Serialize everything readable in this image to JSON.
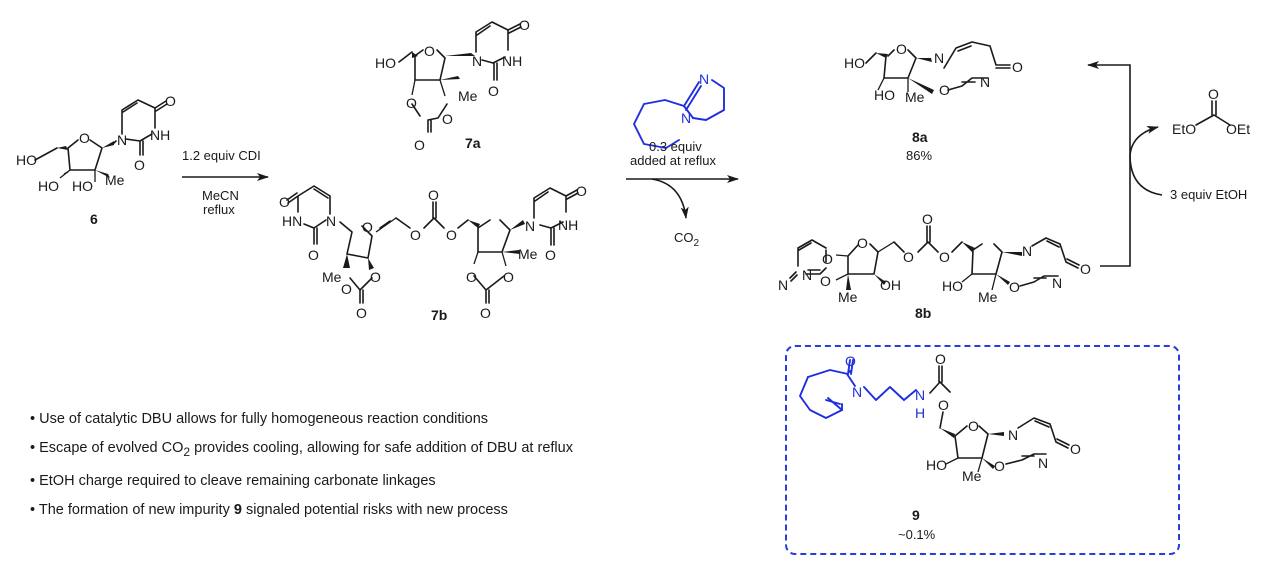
{
  "scheme": {
    "compounds": {
      "c6": {
        "label": "6",
        "atoms": [
          "HO",
          "O",
          "N",
          "NH",
          "O",
          "O",
          "HO",
          "HO",
          "Me"
        ]
      },
      "c7a": {
        "label": "7a",
        "atoms": [
          "HO",
          "O",
          "N",
          "NH",
          "O",
          "O",
          "O",
          "O",
          "O",
          "Me"
        ]
      },
      "c7b": {
        "label": "7b",
        "atoms": [
          "O",
          "HN",
          "N",
          "O",
          "O",
          "Me",
          "O",
          "O",
          "O",
          "O",
          "O",
          "O",
          "N",
          "NH",
          "O",
          "O",
          "Me",
          "O",
          "O",
          "O"
        ]
      },
      "c8a": {
        "label": "8a",
        "yield": "86%",
        "atoms": [
          "HO",
          "O",
          "N",
          "N",
          "O",
          "O",
          "HO",
          "Me"
        ]
      },
      "c8b": {
        "label": "8b",
        "atoms": [
          "N",
          "N",
          "O",
          "O",
          "O",
          "Me",
          "OH",
          "O",
          "O",
          "O",
          "HO",
          "Me",
          "O",
          "N",
          "N",
          "O"
        ]
      },
      "c9": {
        "label": "9",
        "amount": "~0.1%",
        "atoms": [
          "O",
          "N",
          "N",
          "H",
          "O",
          "O",
          "O",
          "HO",
          "Me",
          "O",
          "N",
          "N",
          "O"
        ]
      },
      "dbu": {
        "atoms": [
          "N",
          "N"
        ]
      },
      "diethyl_carbonate": {
        "atoms": [
          "O",
          "EtO",
          "OEt"
        ]
      }
    },
    "step1": {
      "reagent": "1.2 equiv CDI",
      "solvent": "MeCN",
      "condition": "reflux"
    },
    "step2": {
      "amount": "0.3 equiv",
      "condition": "added at reflux",
      "byproduct": "CO",
      "byproduct_sub": "2"
    },
    "step3": {
      "reagent": "3 equiv EtOH"
    },
    "colors": {
      "highlight": "#1f2fe0",
      "ink": "#1a1a1a"
    }
  },
  "bullets": [
    {
      "text": "Use of catalytic DBU allows for fully homogeneous reaction conditions"
    },
    {
      "pre": "Escape of evolved CO",
      "sub": "2",
      "post": " provides cooling, allowing for safe addition of DBU at reflux"
    },
    {
      "text": "EtOH charge required to cleave remaining carbonate linkages"
    },
    {
      "pre": "The formation of new impurity ",
      "bold": "9",
      "post": " signaled potential risks with new process"
    }
  ]
}
